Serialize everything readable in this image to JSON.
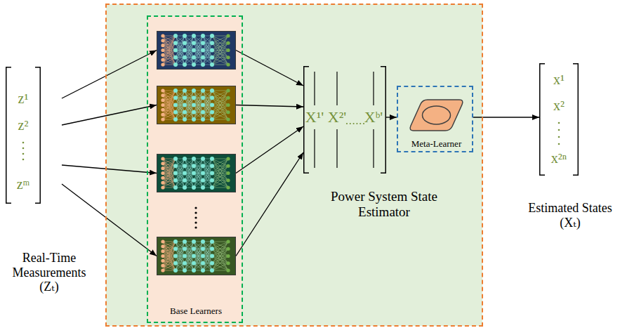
{
  "diagram": {
    "nodes": [
      {
        "text": [
          "z¹",
          "z²",
          "zᵐ",
          "Real-Time Measurements (Zₜ)"
        ]
      },
      {
        "text": [
          "Power System State Estimator"
        ]
      },
      {
        "text": [
          "Base Learners"
        ],
        "in": 1
      },
      {
        "text": [
          "X¹'",
          "X²'",
          "Xᵇ'"
        ],
        "in": 1
      },
      {
        "text": [
          "Meta-Learner"
        ],
        "in": 1
      },
      {
        "text": [
          "x¹",
          "x²",
          "x²ⁿ",
          "Estimated States (Xₜ)"
        ]
      }
    ],
    "edges": [
      {
        "from": 0,
        "to": 2,
        "arrow": "to"
      },
      {
        "from": 2,
        "to": 3,
        "arrow": "to"
      },
      {
        "from": 3,
        "to": 4,
        "arrow": "to"
      },
      {
        "from": 4,
        "to": 5,
        "arrow": "to"
      }
    ]
  }
}
